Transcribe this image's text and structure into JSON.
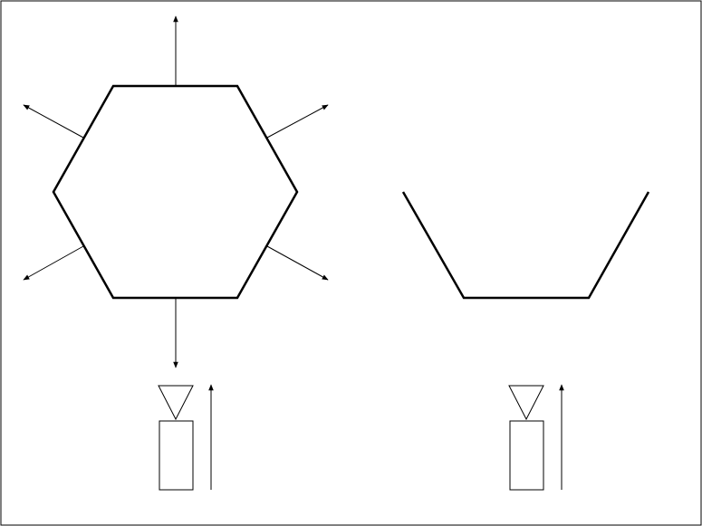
{
  "diagram": {
    "figures": [
      {
        "id": "hexagon",
        "shape": "closed-hexagon",
        "outward_arrows": 6
      },
      {
        "id": "open-hexagon",
        "shape": "open-trough",
        "outward_arrows": 0
      }
    ],
    "instruments": [
      {
        "id": "instrument-left",
        "symbol": "triangle-over-rectangle",
        "pointer": "up-arrow"
      },
      {
        "id": "instrument-right",
        "symbol": "triangle-over-rectangle",
        "pointer": "up-arrow"
      }
    ],
    "colors": {
      "stroke": "#000000",
      "background": "#ffffff"
    }
  }
}
